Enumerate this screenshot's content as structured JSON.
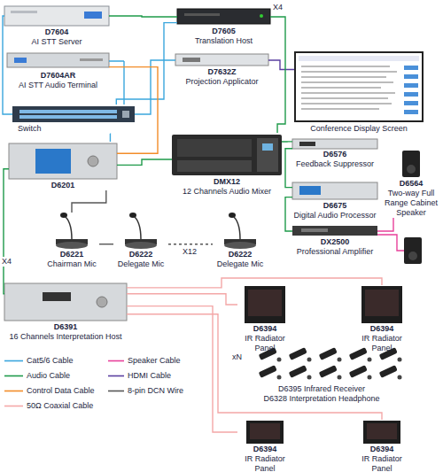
{
  "diagram": {
    "nodes": [
      {
        "text": [
          "D7604",
          "AI STT Server"
        ]
      },
      {
        "text": [
          "D7605",
          "Translation Host"
        ]
      },
      {
        "text": [
          "Conference Display Screen"
        ]
      },
      {
        "text": [
          "D7604AR",
          "AI STT Audio Terminal"
        ]
      },
      {
        "text": [
          "D7632Z",
          "Projection Applicator"
        ]
      },
      {
        "text": [
          "Switch"
        ]
      },
      {
        "text": [
          "D6201"
        ]
      },
      {
        "text": [
          "DMX12",
          "12 Channels Audio Mixer"
        ]
      },
      {
        "text": [
          "D6576",
          "Feedback Suppressor"
        ]
      },
      {
        "text": [
          "D6564",
          "Two-way Full Range Cabinet Speaker"
        ]
      },
      {
        "text": [
          "D6675",
          "Digital Audio Processor"
        ]
      },
      {
        "text": [
          "DX2500",
          "Professional Amplifier"
        ]
      },
      {
        "text": [
          "D6221",
          "Chairman Mic"
        ]
      },
      {
        "text": [
          "D6222",
          "Delegate Mic"
        ]
      },
      {
        "text": [
          "D6222",
          "Delegate Mic"
        ]
      },
      {
        "text": [
          "D6391",
          "16 Channels Interpretation Host"
        ]
      },
      {
        "text": [
          "D6394",
          "IR Radiator Panel"
        ]
      },
      {
        "text": [
          "D6394",
          "IR Radiator Panel"
        ]
      },
      {
        "text": [
          "D6395 Infrared Receiver",
          "D6328 Interpretation Headphone"
        ]
      },
      {
        "text": [
          "D6394",
          "IR Radiator Panel"
        ]
      },
      {
        "text": [
          "D6394",
          "IR Radiator Panel"
        ]
      }
    ],
    "edges": [
      {
        "from": 0,
        "to": 5,
        "arrow": "none"
      },
      {
        "from": 0,
        "to": 1,
        "arrow": "none"
      },
      {
        "from": 1,
        "to": 5,
        "arrow": "none"
      },
      {
        "from": 3,
        "to": 5,
        "arrow": "none"
      },
      {
        "from": 4,
        "to": 5,
        "arrow": "none"
      },
      {
        "from": 4,
        "to": 2,
        "arrow": "none"
      },
      {
        "from": 3,
        "to": 6,
        "arrow": "none"
      },
      {
        "from": 1,
        "to": 7,
        "arrow": "none",
        "label": "X4"
      },
      {
        "from": 5,
        "to": 6,
        "arrow": "none"
      },
      {
        "from": 6,
        "to": 7,
        "arrow": "none"
      },
      {
        "from": 7,
        "to": 8,
        "arrow": "none"
      },
      {
        "from": 8,
        "to": 10,
        "arrow": "none"
      },
      {
        "from": 10,
        "to": 11,
        "arrow": "none"
      },
      {
        "from": 11,
        "to": 9,
        "arrow": "none"
      },
      {
        "from": 6,
        "to": 12,
        "arrow": "none"
      },
      {
        "from": 12,
        "to": 13,
        "arrow": "none"
      },
      {
        "from": 13,
        "to": 14,
        "arrow": "none"
      },
      {
        "from": 15,
        "to": 16,
        "arrow": "none"
      },
      {
        "from": 15,
        "to": 17,
        "arrow": "none"
      },
      {
        "from": 15,
        "to": 19,
        "arrow": "none"
      },
      {
        "from": 15,
        "to": 20,
        "arrow": "none"
      },
      {
        "from": 6,
        "to": 15,
        "arrow": "none",
        "label": "X4"
      }
    ],
    "labels": [
      "X12",
      "xN"
    ],
    "legend": [
      {
        "text": "Cat5/6 Cable"
      },
      {
        "text": "Speaker Cable"
      },
      {
        "text": "Audio Cable"
      },
      {
        "text": "HDMI Cable"
      },
      {
        "text": "Control Data Cable"
      },
      {
        "text": "8-pin DCN Wire"
      },
      {
        "text": "50Ω Coaxial Cable"
      }
    ]
  }
}
